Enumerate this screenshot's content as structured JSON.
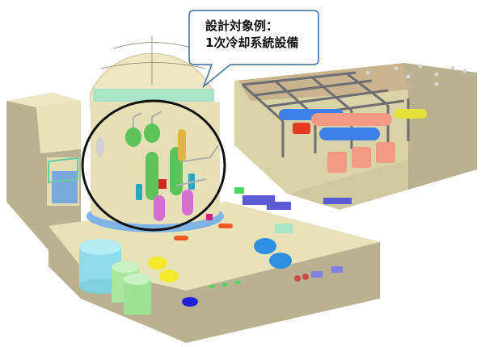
{
  "figure": {
    "subject": "3D cutaway of nuclear power plant",
    "callout": {
      "line1": "設計対象例：",
      "line2": "1次冷却系統設備",
      "border_color": "#3a6ea5"
    },
    "highlight_circle": {
      "color": "#111111",
      "target": "reactor containment / primary cooling system"
    },
    "colors": {
      "building": "#e8e2b8",
      "building_shadow": "#b8b291",
      "roof": "#c9b48f",
      "dome": "#efe7c4",
      "steam_generator": "#5cc25a",
      "pressurizer_pump": "#d46fd0",
      "coolant_pump": "#2aa6c0",
      "turbine_blue": "#3f7fe8",
      "turbine_salmon": "#f29a84",
      "generator_yellow": "#e3e03a",
      "tank_cyan": "#8fdbe8",
      "tank_green": "#a9e7a0",
      "tank_yellow": "#f4ea2a",
      "tank_blue": "#2f8fe0",
      "equipment_purple": "#5a5ad2",
      "steel_frame": "#6e6e72"
    }
  }
}
